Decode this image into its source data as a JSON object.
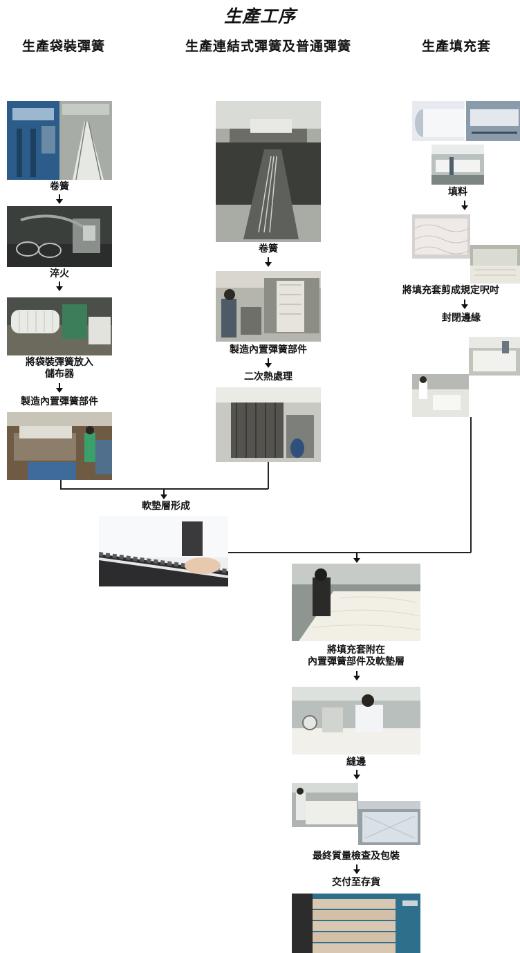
{
  "title": "生產工序",
  "columns": {
    "pocket": "生產袋裝彈簧",
    "bonnell": "生產連結式彈簧及普通彈簧",
    "filling": "生產填充套"
  },
  "pocket": {
    "coil": "卷簧",
    "temper": "淬火",
    "store_1": "將袋裝彈簧放入",
    "store_2": "儲布器",
    "innerspring": "製造內置彈簧部件"
  },
  "bonnell": {
    "coil": "卷簧",
    "innerspring": "製造內置彈簧部件",
    "heat": "二次熱處理"
  },
  "filling": {
    "fill": "填料",
    "cut": "將填充套剪成規定呎吋",
    "edge": "封閉邊緣"
  },
  "merge": {
    "padding": "軟墊層形成",
    "attach_1": "將填充套附在",
    "attach_2": "內置彈簧部件及軟墊層",
    "sew": "縫邊",
    "inspect": "最終質量檢查及包裝",
    "deliver": "交付至存貨"
  }
}
